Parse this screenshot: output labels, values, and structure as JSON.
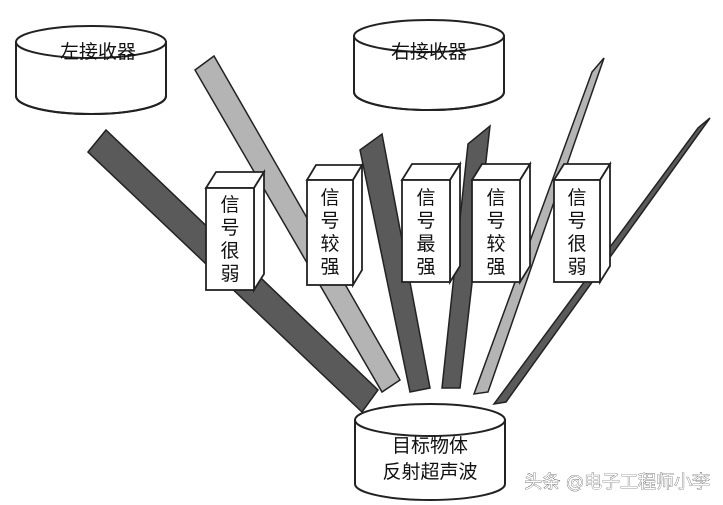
{
  "diagram": {
    "receivers": {
      "left": "左接收器",
      "right": "右接收器"
    },
    "target": {
      "line1": "目标物体",
      "line2": "反射超声波"
    },
    "signal_boxes": [
      {
        "label": [
          "信",
          "号",
          "很",
          "弱"
        ]
      },
      {
        "label": [
          "信",
          "号",
          "较",
          "强"
        ]
      },
      {
        "label": [
          "信",
          "号",
          "最",
          "强"
        ]
      },
      {
        "label": [
          "信",
          "号",
          "较",
          "强"
        ]
      },
      {
        "label": [
          "信",
          "号",
          "很",
          "弱"
        ]
      }
    ],
    "beam_colors": {
      "dark": "#5a5a5a",
      "light": "#b4b4b4",
      "outline": "#222222"
    }
  },
  "watermark": "头条 @电子工程师小李"
}
